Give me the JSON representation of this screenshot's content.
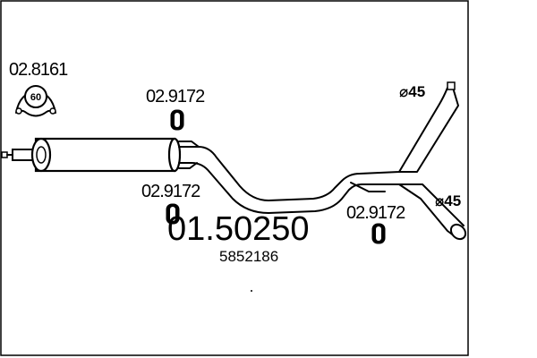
{
  "diagram": {
    "part_number": "01.50250",
    "oem_number": "5852186",
    "accessories": {
      "mount_ring": {
        "ref": "02.8161",
        "size": "60"
      },
      "clamp_top": {
        "ref": "02.9172"
      },
      "clamp_mid": {
        "ref": "02.9172"
      },
      "clamp_right": {
        "ref": "02.9172"
      }
    },
    "outlet_top_diameter": "⌀45",
    "outlet_right_diameter": "⌀45"
  }
}
